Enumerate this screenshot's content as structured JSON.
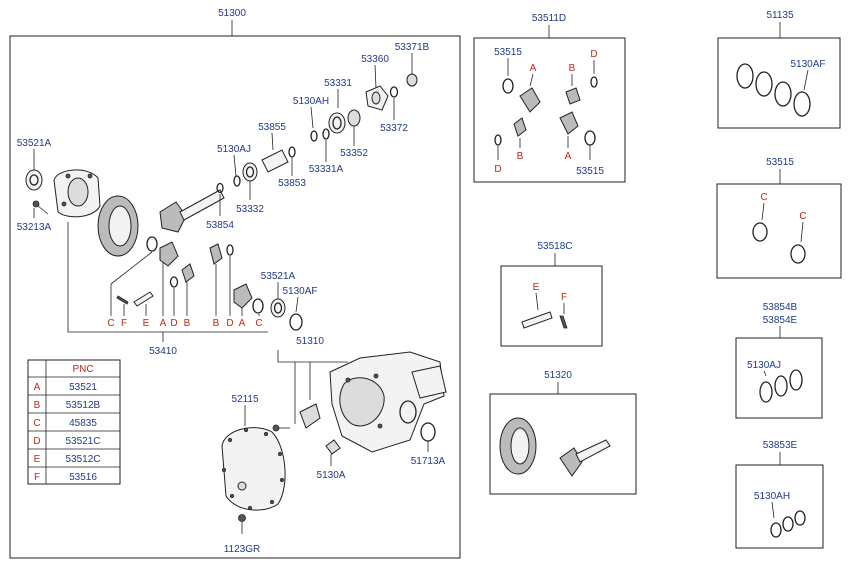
{
  "colors": {
    "part_number": "#1f3b8a",
    "code_letter": "#c0281c",
    "line": "#222222"
  },
  "main_assembly": {
    "title": "51300",
    "labels": {
      "p53371B": "53371B",
      "p53360": "53360",
      "p53331": "53331",
      "p5130AH": "5130AH",
      "p53372": "53372",
      "p53352": "53352",
      "p53855": "53855",
      "p5130AJ": "5130AJ",
      "p53331A": "53331A",
      "p53853": "53853",
      "p53332": "53332",
      "p53521A_top": "53521A",
      "p53213A": "53213A",
      "p53854": "53854",
      "p53521A_mid": "53521A",
      "p5130AF": "5130AF",
      "p53410": "53410",
      "p51310": "51310",
      "p52115": "52115",
      "p51713A": "51713A",
      "p5130A": "5130A",
      "p1123GR": "1123GR"
    },
    "letters_left": [
      "C",
      "F",
      "E",
      "A",
      "D",
      "B"
    ],
    "letters_right": [
      "B",
      "D",
      "A",
      "C"
    ]
  },
  "pnc_table": {
    "header": "PNC",
    "rows": [
      {
        "code": "A",
        "pnc": "53521"
      },
      {
        "code": "B",
        "pnc": "53512B"
      },
      {
        "code": "C",
        "pnc": "45835"
      },
      {
        "code": "D",
        "pnc": "53521C"
      },
      {
        "code": "E",
        "pnc": "53512C"
      },
      {
        "code": "F",
        "pnc": "53516"
      }
    ]
  },
  "kit_53511D": {
    "title": "53511D",
    "labels": {
      "p53515_top": "53515",
      "a_top": "A",
      "b_top": "B",
      "d_top": "D",
      "d_bottom": "D",
      "b_bottom": "B",
      "a_bottom": "A",
      "p53515_bottom": "53515"
    }
  },
  "kit_53518C": {
    "title": "53518C",
    "e": "E",
    "f": "F"
  },
  "kit_51320": {
    "title": "51320"
  },
  "kit_51135": {
    "title": "51135",
    "label": "5130AF"
  },
  "kit_53515": {
    "title": "53515",
    "c1": "C",
    "c2": "C"
  },
  "kit_53854B": {
    "title_1": "53854B",
    "title_2": "53854E",
    "label": "5130AJ"
  },
  "kit_53853E": {
    "title": "53853E",
    "label": "5130AH"
  }
}
